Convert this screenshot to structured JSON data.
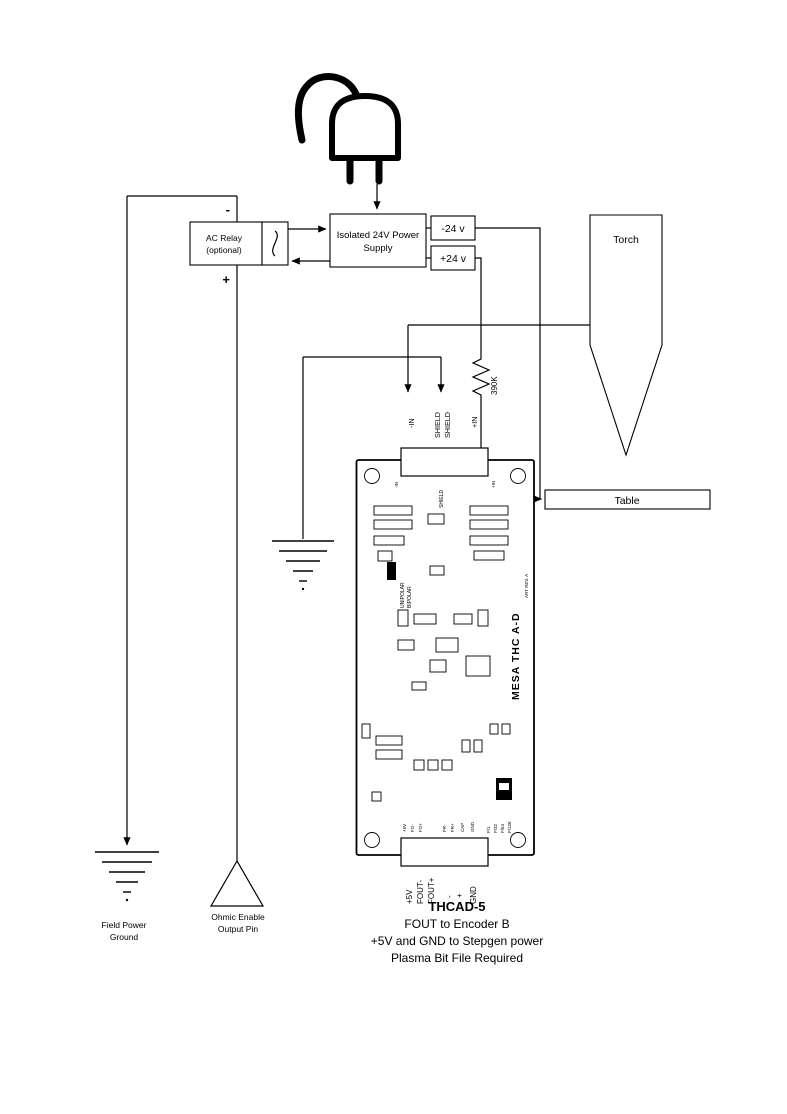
{
  "relay": {
    "label1": "AC Relay",
    "label2": "(optional)",
    "minus": "-",
    "plus": "+"
  },
  "supply": {
    "label1": "Isolated 24V Power",
    "label2": "Supply"
  },
  "rails": {
    "neg": "-24 v",
    "pos": "+24 v"
  },
  "torch": {
    "label": "Torch"
  },
  "table": {
    "label": "Table"
  },
  "resistor": {
    "value": "390K"
  },
  "inputs": {
    "neg_in": "-IN",
    "shield_a": "SHIELD",
    "shield_b": "SHIELD",
    "pos_in": "+IN"
  },
  "board": {
    "silkscreen": {
      "shield": "SHIELD",
      "neg_in": "-IN",
      "pos_in": "+IN",
      "logo": "MESA THC A-D",
      "rev": "ART REV. A",
      "unipolar": "UNIPOLAR",
      "bipolar": "BIPOLAR",
      "pins": [
        "+5V",
        "FO-",
        "FO+",
        "FR-",
        "FR+",
        "CAP",
        "GND"
      ],
      "freq": [
        "F/1",
        "F/32",
        "F/64",
        "F/128"
      ]
    },
    "bottom_labels": [
      "+5V",
      "FOUT-",
      "FOUT+",
      "-",
      "+",
      "GND"
    ]
  },
  "grounds": {
    "field1": "Field Power",
    "field2": "Ground"
  },
  "ohmic": {
    "label1": "Ohmic Enable",
    "label2": "Output Pin"
  },
  "caption": {
    "title": "THCAD-5",
    "line1": "FOUT to  Encoder B",
    "line2": "+5V and GND to Stepgen power",
    "line3": "Plasma Bit File Required"
  }
}
